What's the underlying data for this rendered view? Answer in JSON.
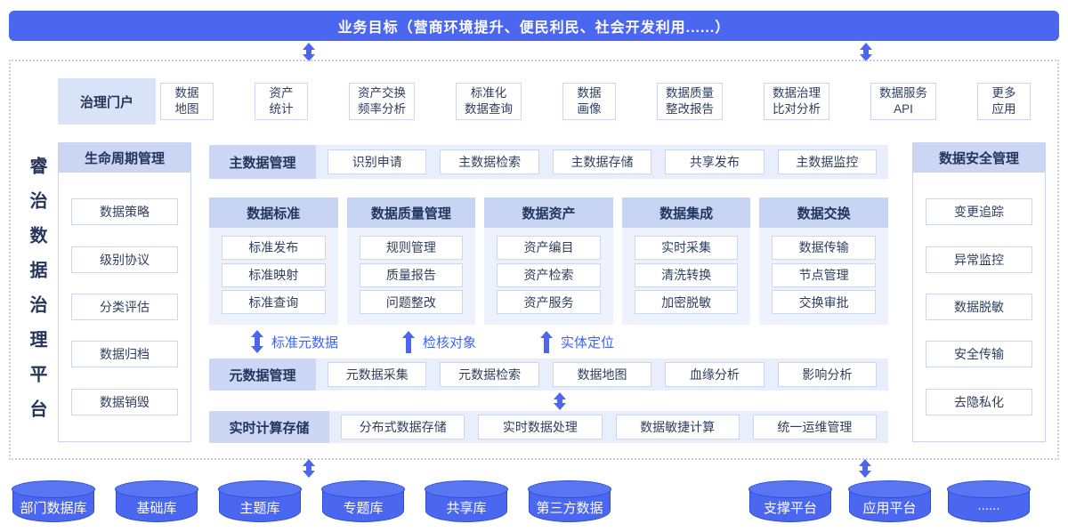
{
  "banner": {
    "title": "业务目标（营商环境提升、便民利民、社会开发利用......）"
  },
  "platform": {
    "title": "睿治数据治理平台"
  },
  "portal": {
    "label": "治理门户",
    "items": [
      {
        "l1": "数据",
        "l2": "地图"
      },
      {
        "l1": "资产",
        "l2": "统计"
      },
      {
        "l1": "资产交换",
        "l2": "频率分析"
      },
      {
        "l1": "标准化",
        "l2": "数据查询"
      },
      {
        "l1": "数据",
        "l2": "画像"
      },
      {
        "l1": "数据质量",
        "l2": "整改报告"
      },
      {
        "l1": "数据治理",
        "l2": "比对分析"
      },
      {
        "l1": "数据服务",
        "l2": "API"
      },
      {
        "l1": "更多",
        "l2": "应用"
      }
    ]
  },
  "lifecycle": {
    "title": "生命周期管理",
    "items": [
      "数据策略",
      "级别协议",
      "分类评估",
      "数据归档",
      "数据销毁"
    ]
  },
  "security": {
    "title": "数据安全管理",
    "items": [
      "变更追踪",
      "异常监控",
      "数据脱敏",
      "安全传输",
      "去隐私化"
    ]
  },
  "master_row": {
    "label": "主数据管理",
    "items": [
      "识别申请",
      "主数据检索",
      "主数据存储",
      "共享发布",
      "主数据监控"
    ]
  },
  "columns": [
    {
      "title": "数据标准",
      "items": [
        "标准发布",
        "标准映射",
        "标准查询"
      ]
    },
    {
      "title": "数据质量管理",
      "items": [
        "规则管理",
        "质量报告",
        "问题整改"
      ]
    },
    {
      "title": "数据资产",
      "items": [
        "资产编目",
        "资产检索",
        "资产服务"
      ]
    },
    {
      "title": "数据集成",
      "items": [
        "实时采集",
        "清洗转换",
        "加密脱敏"
      ]
    },
    {
      "title": "数据交换",
      "items": [
        "数据传输",
        "节点管理",
        "交换审批"
      ]
    }
  ],
  "flow_labels": [
    {
      "text": "标准元数据",
      "arrow": "double"
    },
    {
      "text": "检核对象",
      "arrow": "up"
    },
    {
      "text": "实体定位",
      "arrow": "up"
    }
  ],
  "metadata_row": {
    "label": "元数据管理",
    "items": [
      "元数据采集",
      "元数据检索",
      "数据地图",
      "血缘分析",
      "影响分析"
    ]
  },
  "compute_row": {
    "label": "实时计算存储",
    "items": [
      "分布式数据存储",
      "实时数据处理",
      "数据敏捷计算",
      "统一运维管理"
    ]
  },
  "sources": {
    "left": [
      "部门数据库",
      "基础库",
      "主题库",
      "专题库",
      "共享库",
      "第三方数据"
    ],
    "right": [
      "支撑平台",
      "应用平台",
      "......"
    ]
  },
  "colors": {
    "primary_blue": "#4b67f0",
    "cylinder_border": "#2d4cd2",
    "header_periwinkle": "#cbd6f4",
    "row_background": "#e8eefb",
    "navy_text": "#25355a"
  }
}
